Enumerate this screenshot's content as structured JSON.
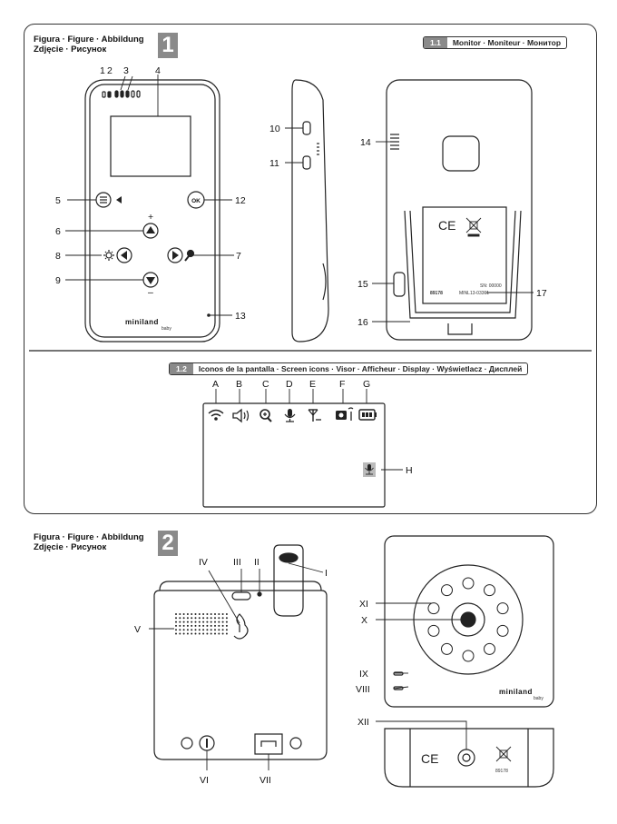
{
  "figure1": {
    "title_line1": "Figura · Figure · Abbildung",
    "title_line2": "Zdjęcie · Рисунок",
    "number": "1",
    "section1": {
      "num": "1.1",
      "label": "Monitor · Moniteur · Монитор"
    },
    "section2": {
      "num": "1.2",
      "label": "Iconos de la pantalla · Screen icons · Visor · Afficheur · Display · Wyświetlacz · Дисплей"
    },
    "callouts": [
      "1",
      "2",
      "3",
      "4",
      "5",
      "6",
      "7",
      "8",
      "9",
      "10",
      "11",
      "12",
      "13",
      "14",
      "15",
      "16",
      "17"
    ],
    "button_ok": "OK",
    "plus": "+",
    "minus": "–",
    "logo": "miniland",
    "logo_sub": "baby",
    "sn": "SN: 00000",
    "model_code": "89178",
    "serial": "MINL13-03361",
    "icon_letters": [
      "A",
      "B",
      "C",
      "D",
      "E",
      "F",
      "G",
      "H"
    ],
    "icons": [
      "wifi-icon",
      "speaker-icon",
      "zoom-icon",
      "microphone-icon",
      "antenna-icon",
      "camera-icon",
      "battery-icon",
      "microphone-icon"
    ]
  },
  "figure2": {
    "title_line1": "Figura · Figure · Abbildung",
    "title_line2": "Zdjęcie · Рисунок",
    "number": "2",
    "callouts": [
      "I",
      "II",
      "III",
      "IV",
      "V",
      "VI",
      "VII",
      "VIII",
      "IX",
      "X",
      "XI",
      "XII"
    ],
    "logo": "miniland",
    "logo_sub": "baby",
    "model_code": "89178"
  }
}
